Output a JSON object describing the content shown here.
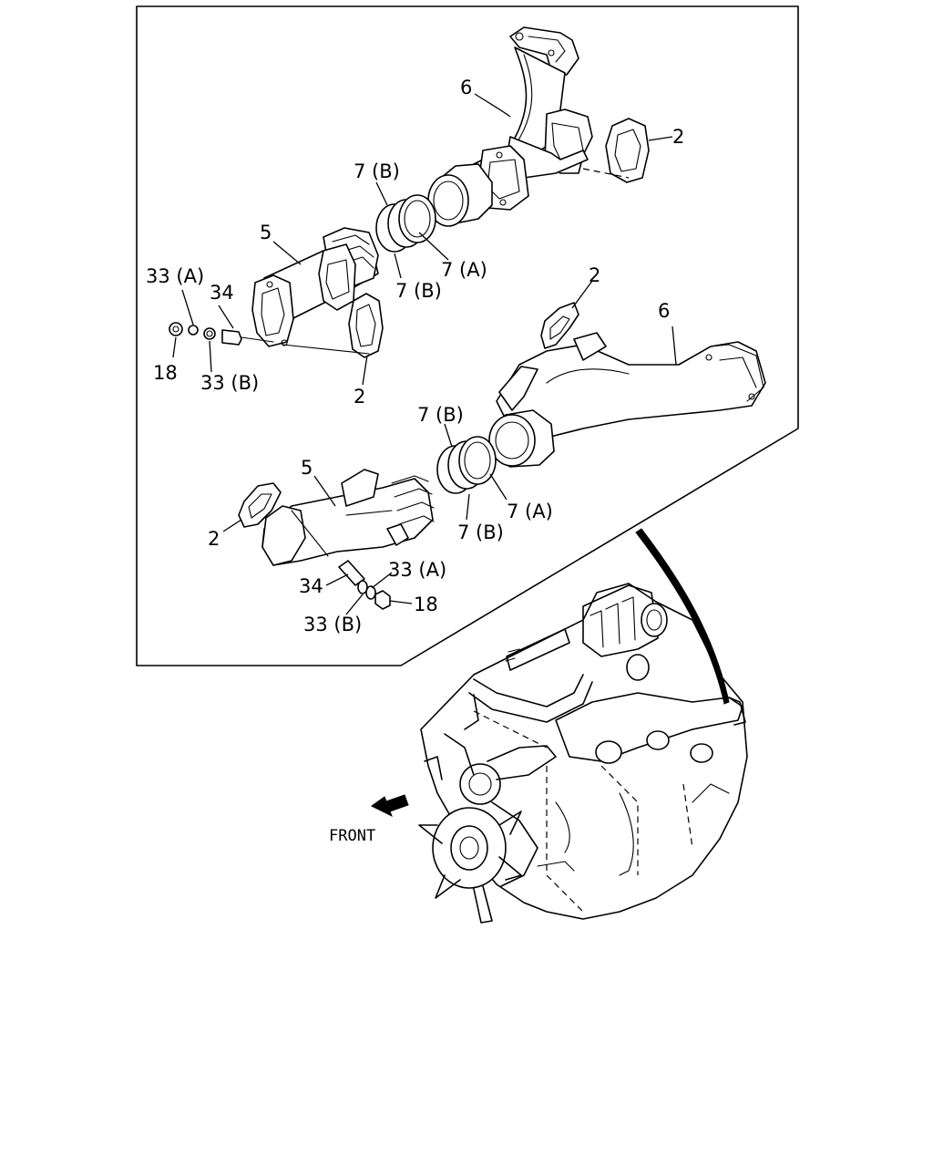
{
  "diagram": {
    "callouts": {
      "c6_top": "6",
      "c2_top": "2",
      "c7b_top": "7 (B)",
      "c5_top": "5",
      "c7a_top": "7 (A)",
      "c7b_top2": "7 (B)",
      "c33a_left": "33 (A)",
      "c34_left": "34",
      "c18_left": "18",
      "c33b_left": "33 (B)",
      "c2_mid": "2",
      "c2_right": "2",
      "c6_right": "6",
      "c7b_low": "7 (B)",
      "c5_low": "5",
      "c7a_low": "7 (A)",
      "c7b_low2": "7 (B)",
      "c2_low": "2",
      "c34_low": "34",
      "c33a_low": "33 (A)",
      "c18_low": "18",
      "c33b_low": "33 (B)"
    },
    "front_label": "FRONT"
  }
}
